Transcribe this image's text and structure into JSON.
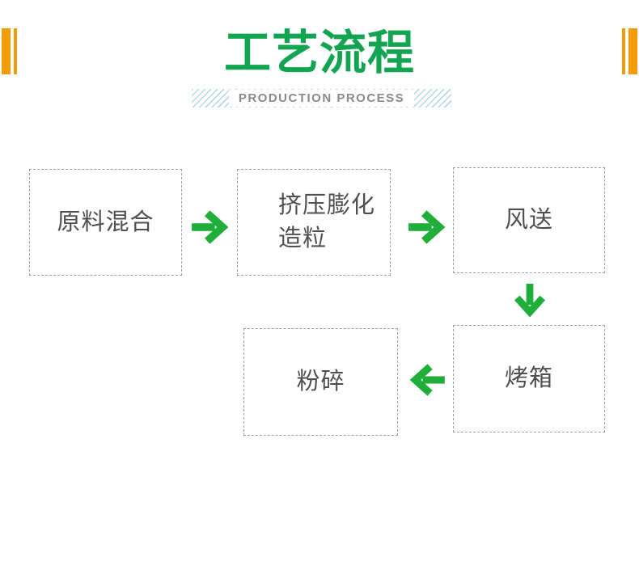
{
  "header": {
    "title": "工艺流程",
    "subtitle": "PRODUCTION PROCESS"
  },
  "flow": {
    "steps": [
      {
        "key": "mixing",
        "label": "原料混合"
      },
      {
        "key": "extrusion",
        "label": "挤压膨化\n造粒"
      },
      {
        "key": "air-convey",
        "label": "风送"
      },
      {
        "key": "oven",
        "label": "烤箱"
      },
      {
        "key": "crushing",
        "label": "粉碎"
      }
    ],
    "arrows": [
      {
        "from": "原料混合",
        "to": "挤压膨化造粒",
        "direction": "right"
      },
      {
        "from": "挤压膨化造粒",
        "to": "风送",
        "direction": "right"
      },
      {
        "from": "风送",
        "to": "烤箱",
        "direction": "down"
      },
      {
        "from": "烤箱",
        "to": "粉碎",
        "direction": "left"
      }
    ]
  },
  "colors": {
    "title_green": "#13a452",
    "arrow_green": "#1fae3a",
    "accent_orange": "#f39c0a",
    "stripe_blue": "#b5d9ec",
    "subtitle_gray": "#8a8a8a",
    "box_border_gray": "#9f9f9f",
    "box_text_gray": "#4f4f4f"
  }
}
